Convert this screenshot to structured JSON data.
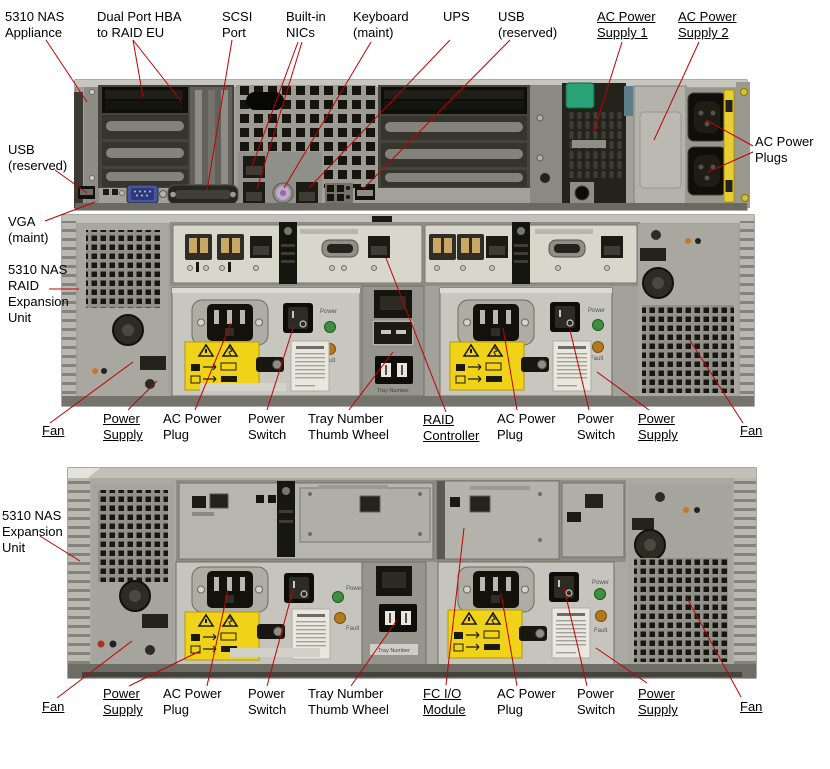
{
  "figure": {
    "labels": {
      "top_row": [
        {
          "text": "5310 NAS\nAppliance",
          "link": false
        },
        {
          "text": "Dual Port HBA\nto RAID EU",
          "link": false
        },
        {
          "text": "SCSI\nPort",
          "link": false
        },
        {
          "text": "Built-in\nNICs",
          "link": false
        },
        {
          "text": "Keyboard\n(maint)",
          "link": false
        },
        {
          "text": "UPS",
          "link": false
        },
        {
          "text": "USB\n(reserved)",
          "link": false
        },
        {
          "text": "AC Power\nSupply 1",
          "link": true
        },
        {
          "text": "AC Power\nSupply 2",
          "link": true
        }
      ],
      "left_col": [
        {
          "text": "USB\n(reserved)",
          "link": false
        },
        {
          "text": "VGA\n(maint)",
          "link": false
        },
        {
          "text": "5310 NAS\nRAID\nExpansion\nUnit",
          "link": false
        },
        {
          "text": "5310 NAS\nExpansion\nUnit",
          "link": false
        }
      ],
      "right_col": [
        {
          "text": "AC Power\nPlugs",
          "link": false
        }
      ],
      "raid_eu_row": [
        {
          "text": "Fan",
          "link": true
        },
        {
          "text": "Power\nSupply",
          "link": true
        },
        {
          "text": "AC Power\nPlug",
          "link": false
        },
        {
          "text": "Power\nSwitch",
          "link": false
        },
        {
          "text": "Tray Number\nThumb Wheel",
          "link": false
        },
        {
          "text": "RAID\nController",
          "link": true
        },
        {
          "text": "AC Power\nPlug",
          "link": false
        },
        {
          "text": "Power\nSwitch",
          "link": false
        },
        {
          "text": "Power\nSupply",
          "link": true
        },
        {
          "text": "Fan",
          "link": true
        }
      ],
      "expansion_row": [
        {
          "text": "Fan",
          "link": true
        },
        {
          "text": "Power\nSupply",
          "link": true
        },
        {
          "text": "AC Power\nPlug",
          "link": false
        },
        {
          "text": "Power\nSwitch",
          "link": false
        },
        {
          "text": "Tray Number\nThumb Wheel",
          "link": false
        },
        {
          "text": "FC I/O\nModule",
          "link": true
        },
        {
          "text": "AC Power\nPlug",
          "link": false
        },
        {
          "text": "Power\nSwitch",
          "link": false
        },
        {
          "text": "Power\nSupply",
          "link": true
        },
        {
          "text": "Fan",
          "link": true
        }
      ]
    },
    "photo_text": {
      "power": "Power",
      "fault": "Fault",
      "tray_number": "Tray Number"
    },
    "colors": {
      "callout_line": "#c00000",
      "label_text": "#000000",
      "warning_label_yellow": "#f0d318",
      "psu_handle_green": "#27a377",
      "ac_strip_yellow": "#e6cf35",
      "chassis_gray": "#a3a29a"
    }
  }
}
